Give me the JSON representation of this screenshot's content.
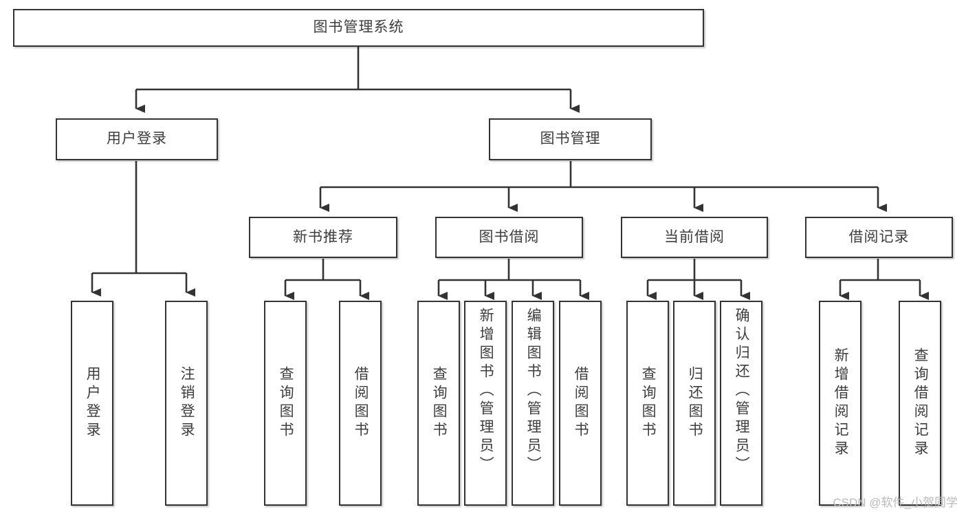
{
  "diagram": {
    "title": "图书管理系统",
    "type": "tree-hierarchy-diagram",
    "watermark": "CSDN @软件_小贺同学",
    "colors": {
      "box_border": "#333333",
      "box_fill": "#ffffff",
      "text": "#3d3d3d",
      "edge": "#333333",
      "watermark": "#b9b9b9",
      "background": "#ffffff"
    },
    "root": {
      "label": "图书管理系统"
    },
    "level2": [
      {
        "label": "用户登录"
      },
      {
        "label": "图书管理"
      }
    ],
    "level3": [
      {
        "label": "新书推荐"
      },
      {
        "label": "图书借阅"
      },
      {
        "label": "当前借阅"
      },
      {
        "label": "借阅记录"
      }
    ],
    "leaves": {
      "user_login": [
        {
          "label": "用户登录"
        },
        {
          "label": "注销登录"
        }
      ],
      "new_book_recommend": [
        {
          "label": "查询图书"
        },
        {
          "label": "借阅图书"
        }
      ],
      "book_borrow": [
        {
          "label": "查询图书"
        },
        {
          "label": "新增图书（管理员）"
        },
        {
          "label": "编辑图书（管理员）"
        },
        {
          "label": "借阅图书"
        }
      ],
      "current_borrow": [
        {
          "label": "查询图书"
        },
        {
          "label": "归还图书"
        },
        {
          "label": "确认归还（管理员）"
        }
      ],
      "borrow_record": [
        {
          "label": "新增借阅记录"
        },
        {
          "label": "查询借阅记录"
        }
      ]
    }
  }
}
